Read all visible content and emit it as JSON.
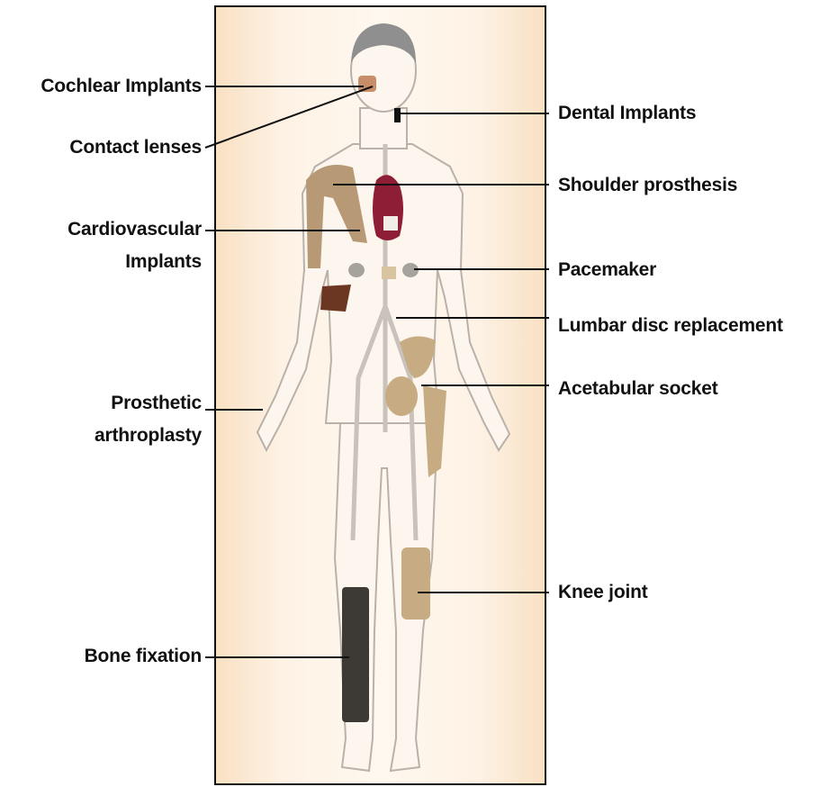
{
  "labels": {
    "cochlear": "Cochlear Implants",
    "contact": "Contact lenses",
    "cardio_1": "Cardiovascular",
    "cardio_2": "Implants",
    "prosthetic_1": "Prosthetic",
    "prosthetic_2": "arthroplasty",
    "bone_fixation": "Bone fixation",
    "dental": "Dental Implants",
    "shoulder": "Shoulder prosthesis",
    "pacemaker": "Pacemaker",
    "lumbar": "Lumbar disc replacement",
    "acetabular": "Acetabular socket",
    "knee": "Knee joint"
  },
  "colors": {
    "panel_edge": "#f9e0c3",
    "panel_center": "#fff8ef",
    "body_outline": "#b9b2aa",
    "bone_implant": "#b79a75",
    "heart": "#8e1d36",
    "leader_line": "#111111",
    "hair": "#8f8f8f",
    "fixation_rod": "#3d3a35"
  }
}
